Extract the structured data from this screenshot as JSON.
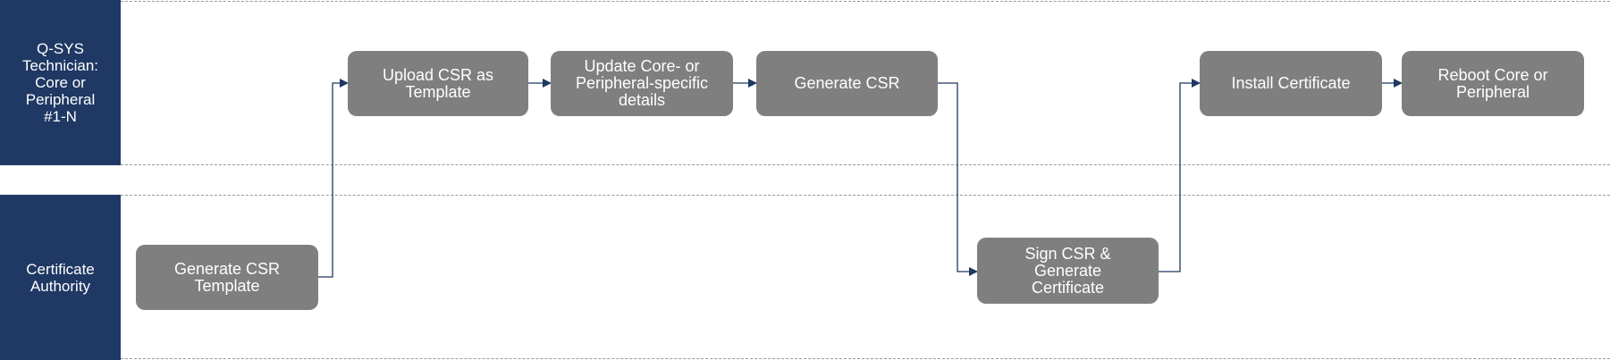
{
  "lanes": {
    "technician": "Q-SYS\nTechnician:\nCore or\nPeripheral\n#1-N",
    "ca": "Certificate\nAuthority"
  },
  "steps": {
    "generate_template": "Generate CSR\nTemplate",
    "upload_template": "Upload CSR as\nTemplate",
    "update_details": "Update Core- or\nPeripheral-specific\ndetails",
    "generate_csr": "Generate CSR",
    "sign_csr": "Sign CSR &\nGenerate\nCertificate",
    "install_certificate": "Install Certificate",
    "reboot": "Reboot Core or\nPeripheral"
  },
  "colors": {
    "lane_label_bg": "#1f3864",
    "step_box": "#7f7f7f",
    "connector": "#1f3864",
    "divider": "#9a9a9a"
  }
}
